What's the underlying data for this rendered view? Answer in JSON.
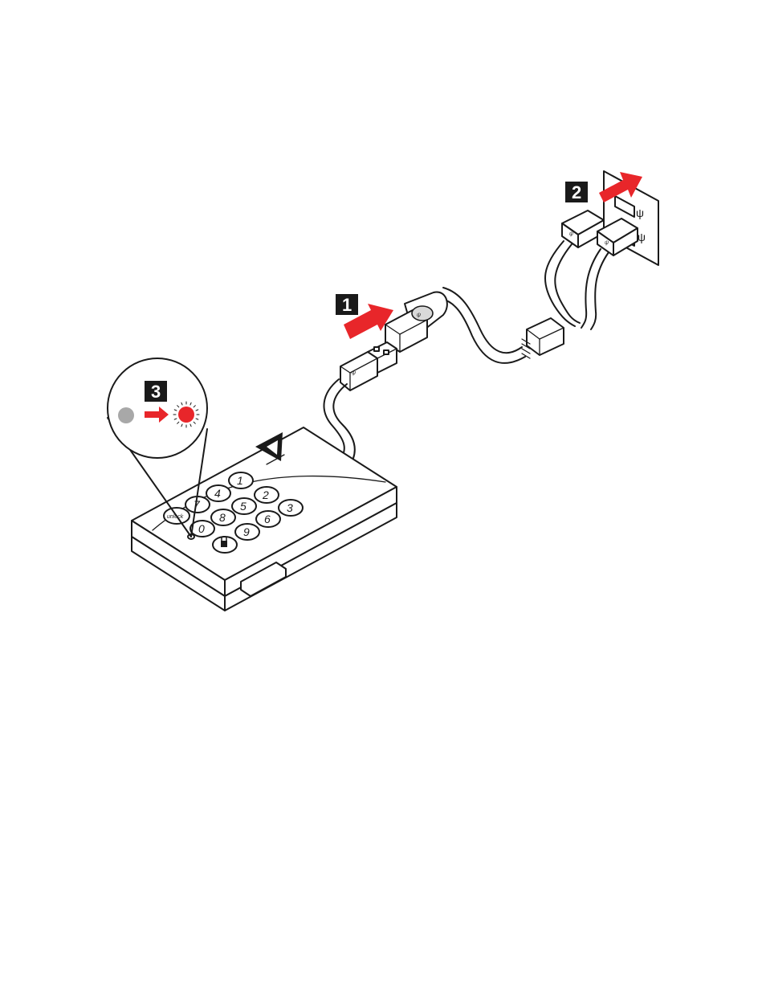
{
  "steps": [
    {
      "number": "1"
    },
    {
      "number": "2"
    },
    {
      "number": "3"
    }
  ],
  "keypad": {
    "keys": [
      "1",
      "2",
      "3",
      "4",
      "5",
      "6",
      "7",
      "8",
      "9",
      "0",
      "unlock"
    ]
  },
  "led": {
    "off_color": "#a8a8a8",
    "on_color": "#e8262a"
  },
  "colors": {
    "arrow": "#e8262a",
    "line": "#1a1a1a",
    "badge": "#1a1a1a",
    "usb_symbol": "ψ"
  },
  "icons": {
    "usb": "usb-trident-icon",
    "lock": "lock-icon",
    "logo": "triangle-logo-icon"
  }
}
